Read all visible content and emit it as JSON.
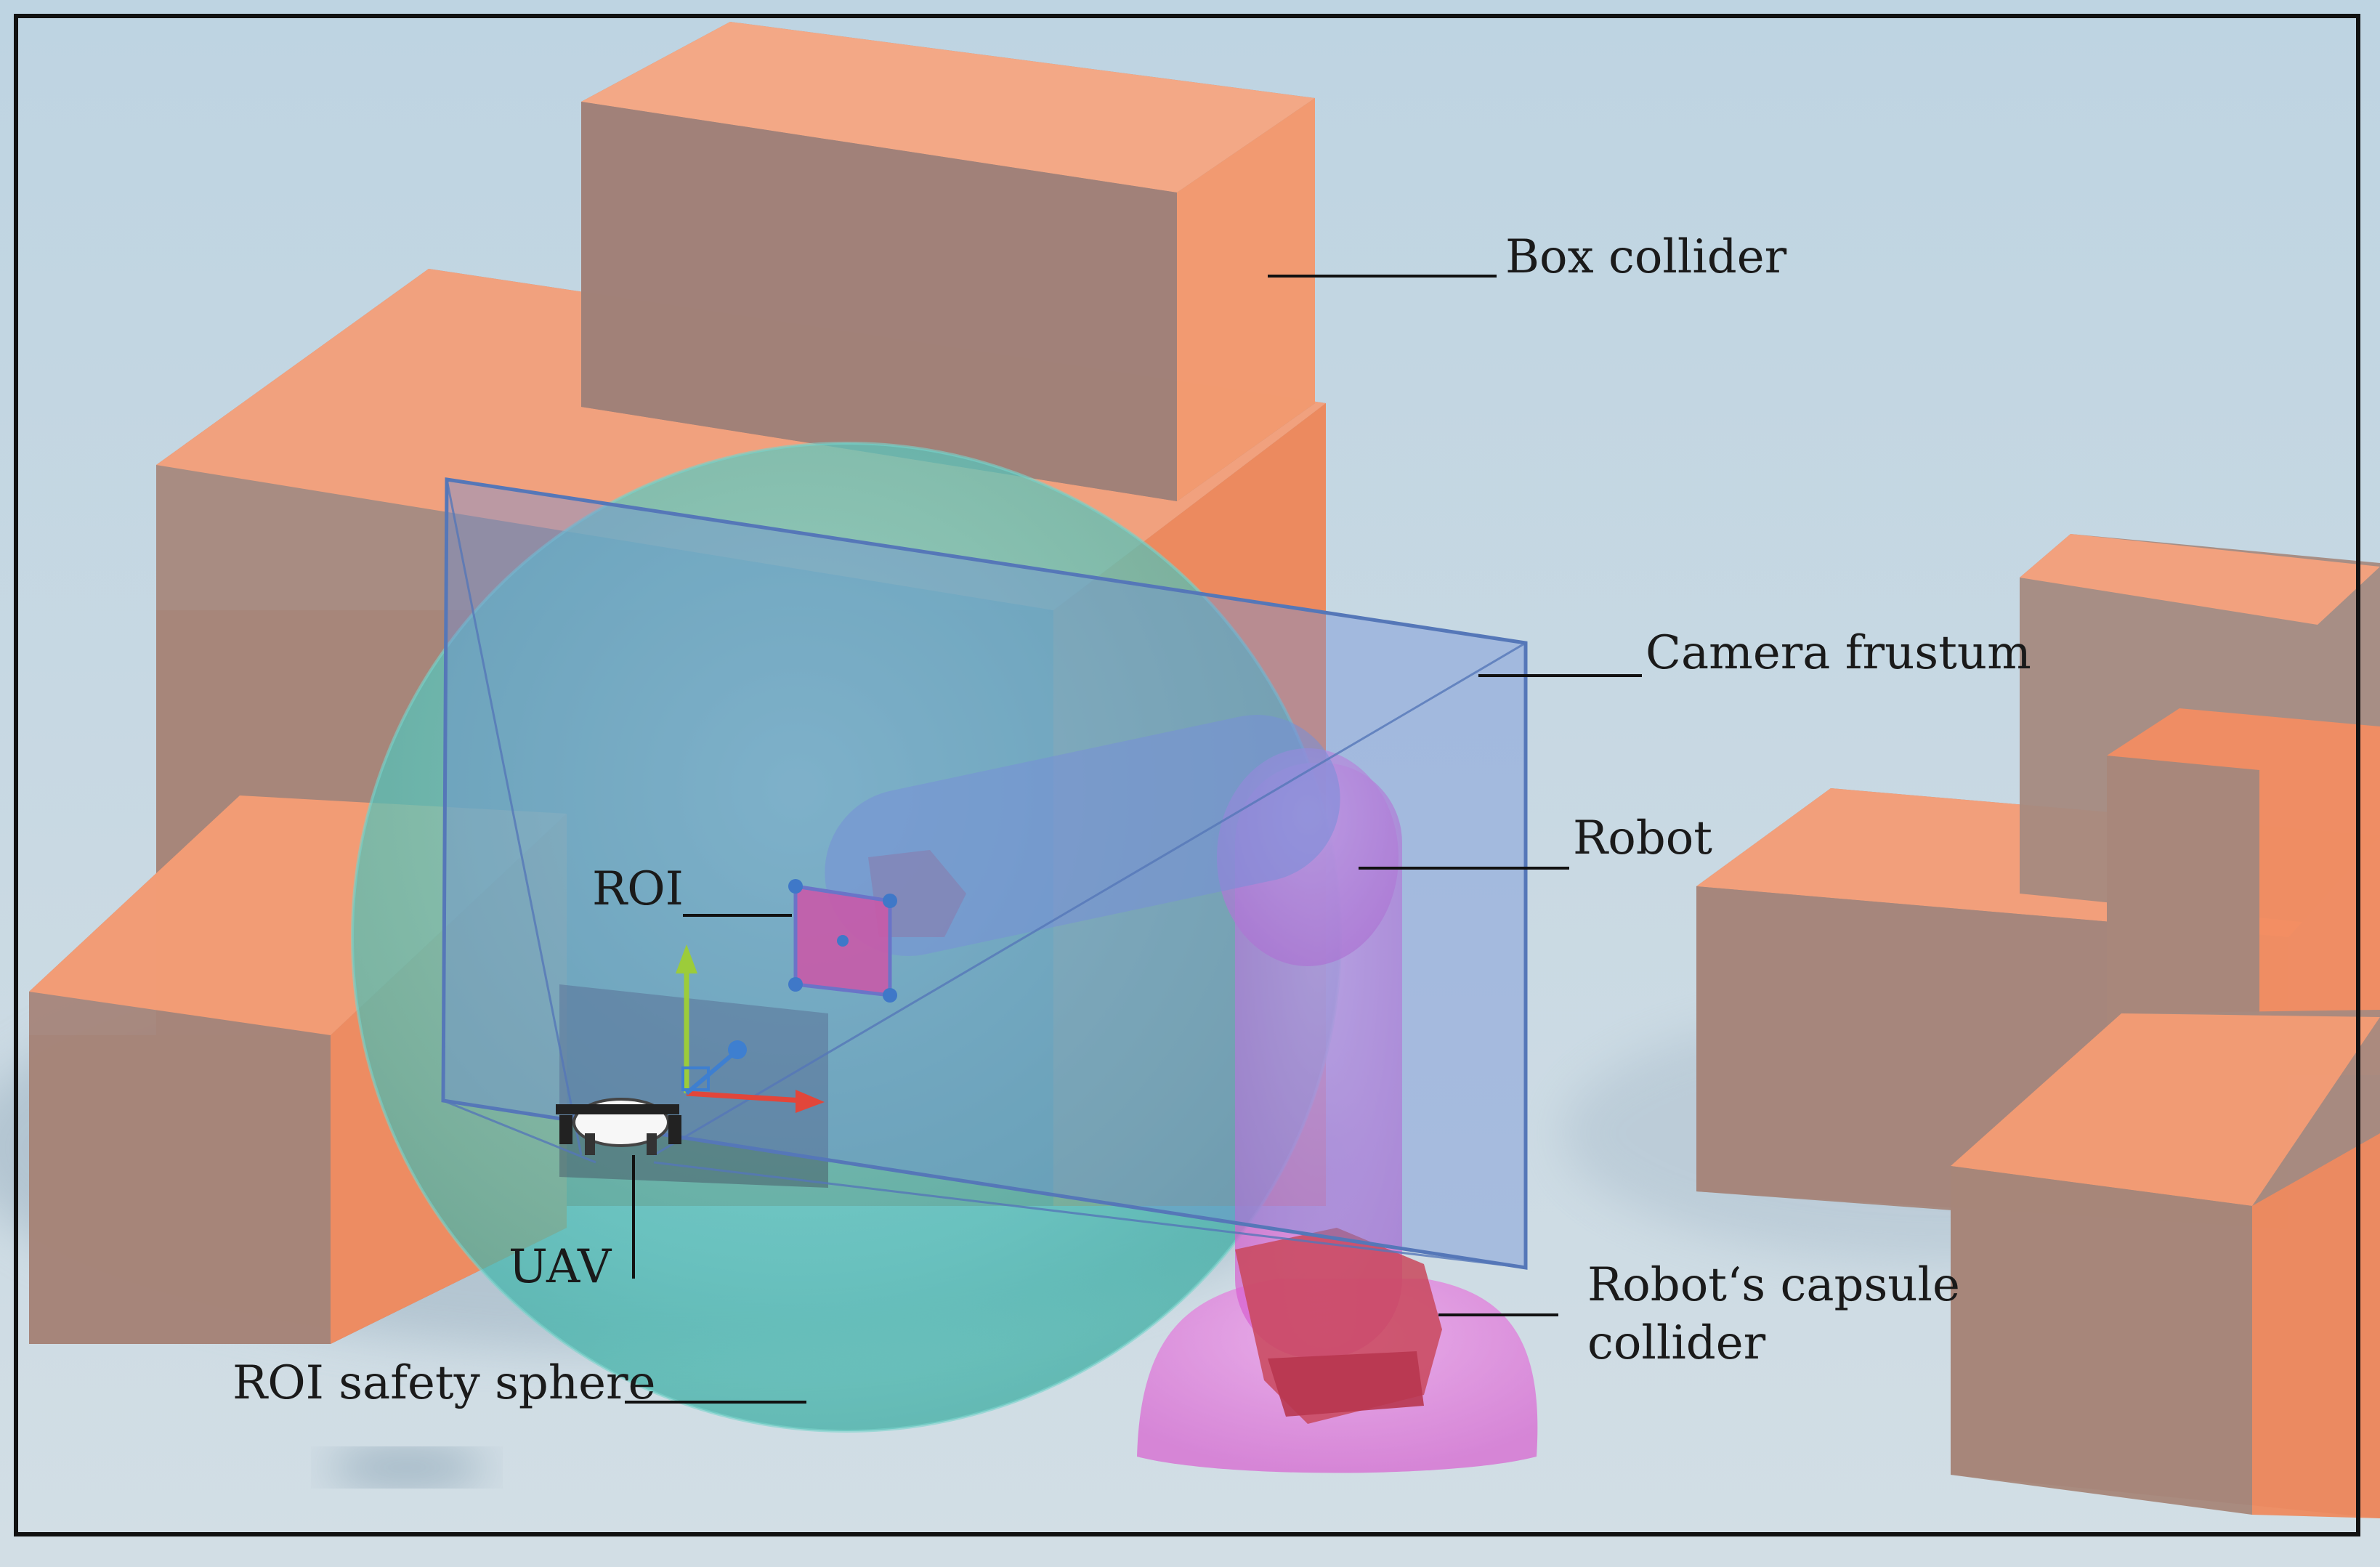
{
  "labels": {
    "box_collider": "Box collider",
    "camera_frustum": "Camera frustum",
    "robot": "Robot",
    "roi": "ROI",
    "uav": "UAV",
    "robot_capsule_collider_line1": "Robot‘s capsule",
    "robot_capsule_collider_line2": "collider",
    "roi_safety_sphere": "ROI safety sphere"
  },
  "colors": {
    "box_collider": "#f4a078",
    "roi_safety_sphere": "#5fd0c8",
    "camera_frustum": "#6f8fd6",
    "robot_capsule": "#e27ad6",
    "robot_body": "#c9485c",
    "background": "#c4d6e2"
  }
}
